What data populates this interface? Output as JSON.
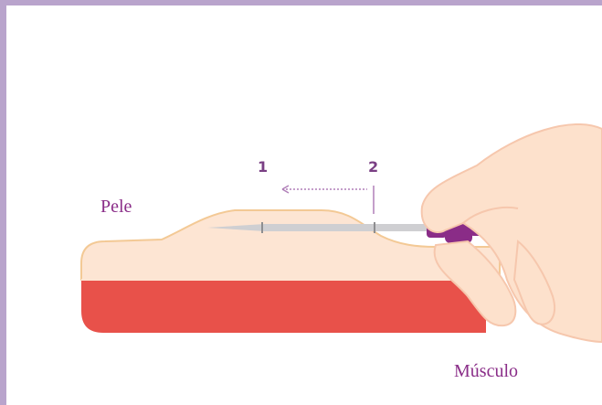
{
  "labels": {
    "skin": "Pele",
    "muscle": "Músculo",
    "position_1": "1",
    "position_2": "2"
  },
  "colors": {
    "border": "#b9a4cc",
    "skin": "#fde5d3",
    "skin_outline": "#f3c995",
    "muscle": "#e8514a",
    "needle": "#cfcfd2",
    "hub": "#8a2c87",
    "hub_light": "#b45ab0",
    "hand": "#fde1cc",
    "hand_shadow": "#f6c7ad",
    "label_text": "#8a2d88",
    "number_text": "#7a3f84",
    "arrow": "#b07fb8"
  },
  "icons": {
    "needle": "needle-icon",
    "hand": "hand-icon",
    "arrow": "arrow-left-icon"
  }
}
